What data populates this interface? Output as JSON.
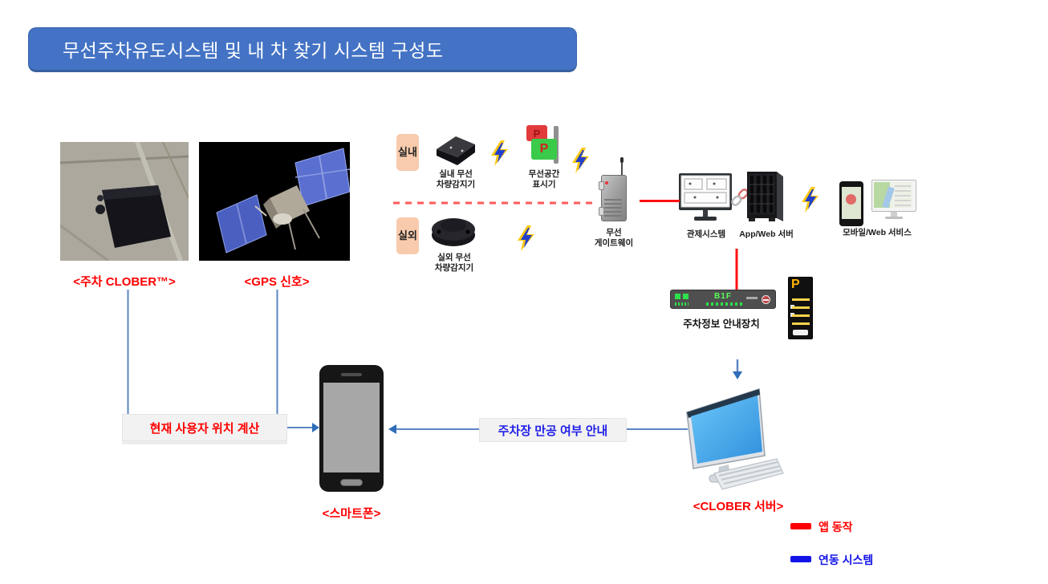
{
  "title": "무선주차유도시스템 및 내 차 찾기 시스템 구성도",
  "photos": {
    "clober_caption": "<주차 CLOBER™>",
    "gps_caption": "<GPS 신호>"
  },
  "zones": {
    "indoor": "실내",
    "outdoor": "실외"
  },
  "devices": {
    "indoor_detector_label": "실내 무선\n차량감지기",
    "space_indicator_label": "무선공간\n표시기",
    "space_indicator_letter_top": "P",
    "space_indicator_letter_bottom": "P",
    "outdoor_detector_label": "실외 무선\n차량감지기",
    "gateway_label": "무선\n게이트웨이",
    "control_system_label": "관제시스템",
    "app_web_server_label": "App/Web 서버",
    "mobile_web_service_label": "모바일/Web 서비스",
    "parking_info_label": "주차정보 안내장치",
    "led_sign_text": "B1F",
    "p_sign_letter": "P"
  },
  "flow": {
    "calc_label": "현재 사용자 위치 계산",
    "vacancy_label": "주차장 만공 여부 안내",
    "smartphone_caption": "<스마트폰>",
    "server_caption": "<CLOBER 서버>"
  },
  "legend": {
    "items": [
      {
        "color": "#FF0000",
        "label": "앱 동작"
      },
      {
        "color": "#1414E8",
        "label": "연동 시스템"
      }
    ]
  },
  "colors": {
    "banner_blue": "#4473C5",
    "accent_red": "#FF0000",
    "flow_blue_text": "#1F1FE8",
    "line_blue": "#5B87C5",
    "zone_bg": "#F8CBAD",
    "label_bg": "#F2F2F2"
  }
}
